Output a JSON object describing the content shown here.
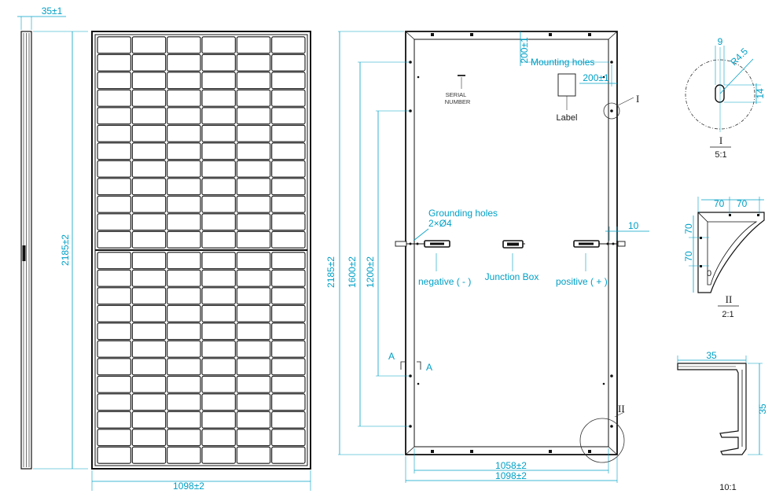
{
  "colors": {
    "dimension": "#00a0c6",
    "outline": "#111111",
    "background": "#ffffff"
  },
  "side_view": {
    "thickness": "35±1",
    "height": "2185±2"
  },
  "front_view": {
    "width": "1098±2"
  },
  "back_view": {
    "mount_offset_v": "200±1",
    "mount_offset_h": "200±1",
    "mounting_holes": "Mounting holes",
    "serial_line1": "SERIAL",
    "serial_line2": "NUMBER",
    "label": "Label",
    "grounding_line1": "Grounding holes",
    "grounding_line2": "2×Ø4",
    "cable_dim": "10",
    "negative": "negative ( - )",
    "junction_box": "Junction Box",
    "positive": "positive ( + )",
    "section_a": "A",
    "height_total": "2185±2",
    "height_1600": "1600±2",
    "height_1200": "1200±2",
    "inner_width": "1058±2",
    "outer_width": "1098±2",
    "marker_1": "I",
    "marker_2": "II"
  },
  "detail_1": {
    "dim_9": "9",
    "radius": "R4.5",
    "dim_14": "14",
    "name": "I",
    "scale": "5:1"
  },
  "detail_2": {
    "dim_70_a": "70",
    "dim_70_b": "70",
    "dim_70_c": "70",
    "dim_70_d": "70",
    "dim_0": "0",
    "name": "II",
    "scale": "2:1"
  },
  "detail_3": {
    "dim_width": "35",
    "dim_height": "35",
    "scale": "10:1"
  }
}
